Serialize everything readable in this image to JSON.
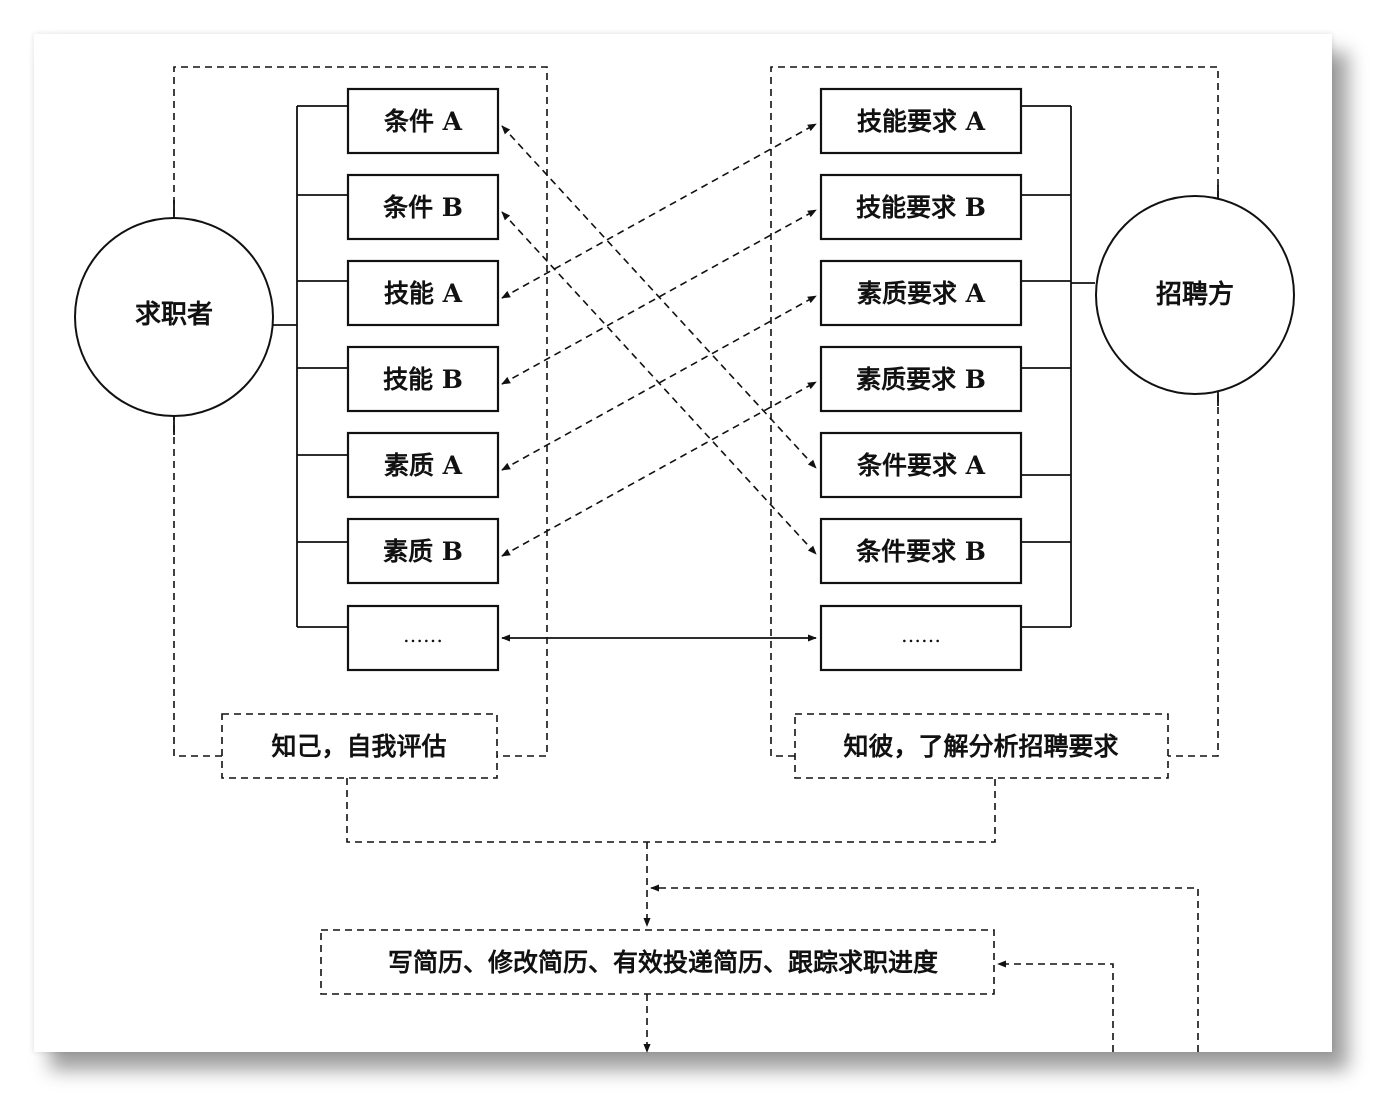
{
  "seeker": {
    "label": "求职者",
    "items": [
      "条件 A",
      "条件 B",
      "技能 A",
      "技能 B",
      "素质 A",
      "素质 B",
      "……"
    ],
    "caption": "知己，自我评估"
  },
  "recruiter": {
    "label": "招聘方",
    "items": [
      "技能要求 A",
      "技能要求 B",
      "素质要求 A",
      "素质要求 B",
      "条件要求 A",
      "条件要求 B",
      "……"
    ],
    "caption": "知彼，了解分析招聘要求"
  },
  "process": {
    "label": "写简历、修改简历、有效投递简历、跟踪求职进度"
  }
}
